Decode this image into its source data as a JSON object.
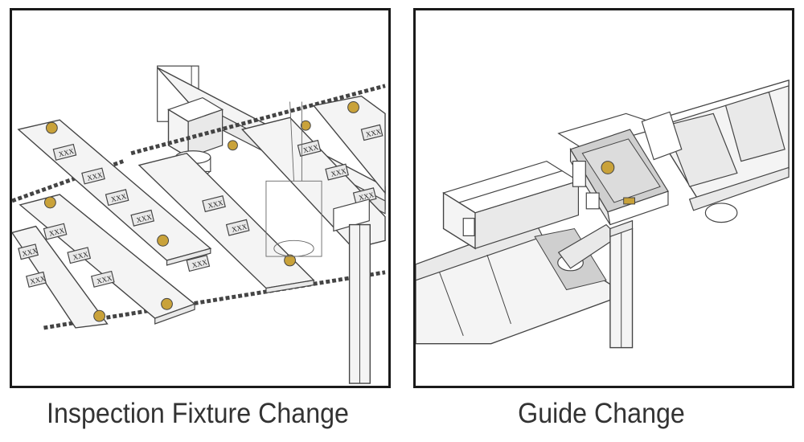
{
  "panels": [
    {
      "caption": "Inspection Fixture Change",
      "pcb_label": "XXX"
    },
    {
      "caption": "Guide Change"
    }
  ],
  "colors": {
    "frame": "#1a1a1a",
    "line": "#444444",
    "fill_light": "#f4f4f4",
    "fill_grey": "#cfcfcf",
    "screw_gold": "#c9a23a",
    "caption_text": "#333333"
  }
}
